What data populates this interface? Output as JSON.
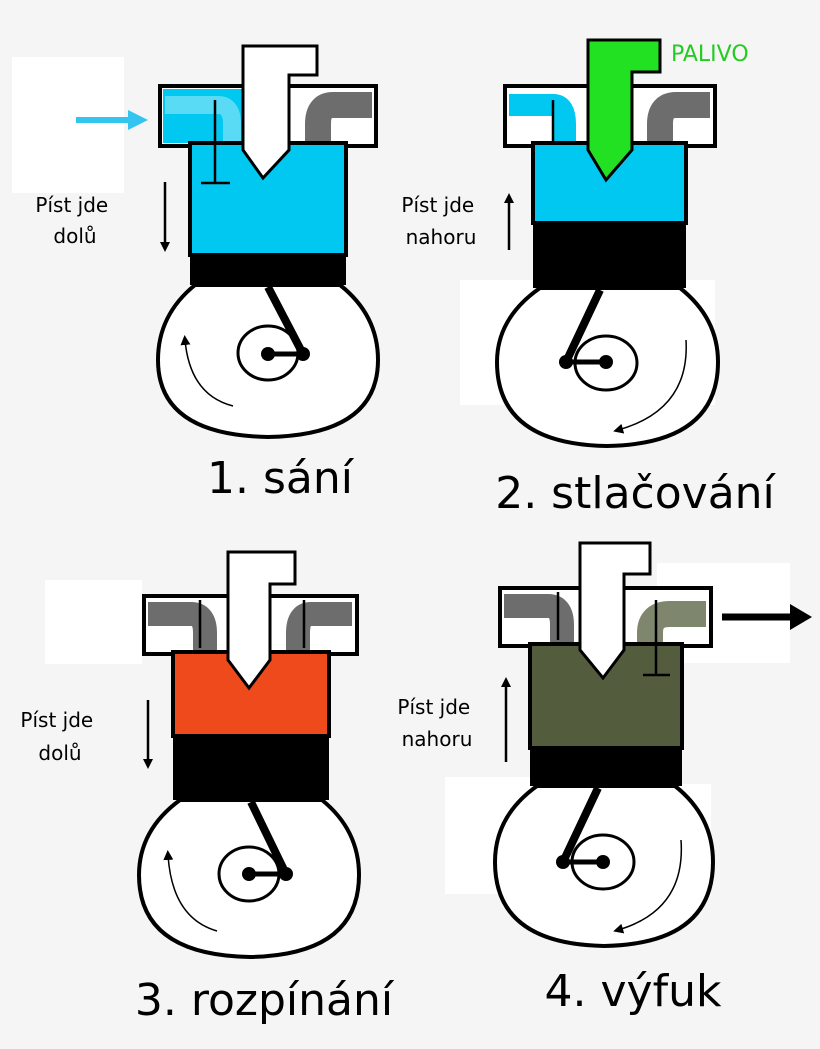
{
  "labels": {
    "fuel": "PALIVO",
    "piston_down": [
      "Píst jde",
      "dolů"
    ],
    "piston_up": [
      "Píst jde",
      "nahoru"
    ]
  },
  "stages": [
    {
      "caption": "1. sání",
      "charge_color": "#00c8f0",
      "direction": "down"
    },
    {
      "caption": "2. stlačování",
      "charge_color": "#00c8f0",
      "direction": "up"
    },
    {
      "caption": "3. rozpínání",
      "charge_color": "#ee4a1c",
      "direction": "down"
    },
    {
      "caption": "4. výfuk",
      "charge_color": "#535d3e",
      "direction": "up"
    }
  ],
  "colors": {
    "intake_arrow": "#33c4f0",
    "fuel_injector": "#22e022",
    "fuel_text": "#22cc22",
    "exhaust_valve": "#6d6d6d",
    "exhaust_arrow": "#000000",
    "piston": "#000000"
  }
}
